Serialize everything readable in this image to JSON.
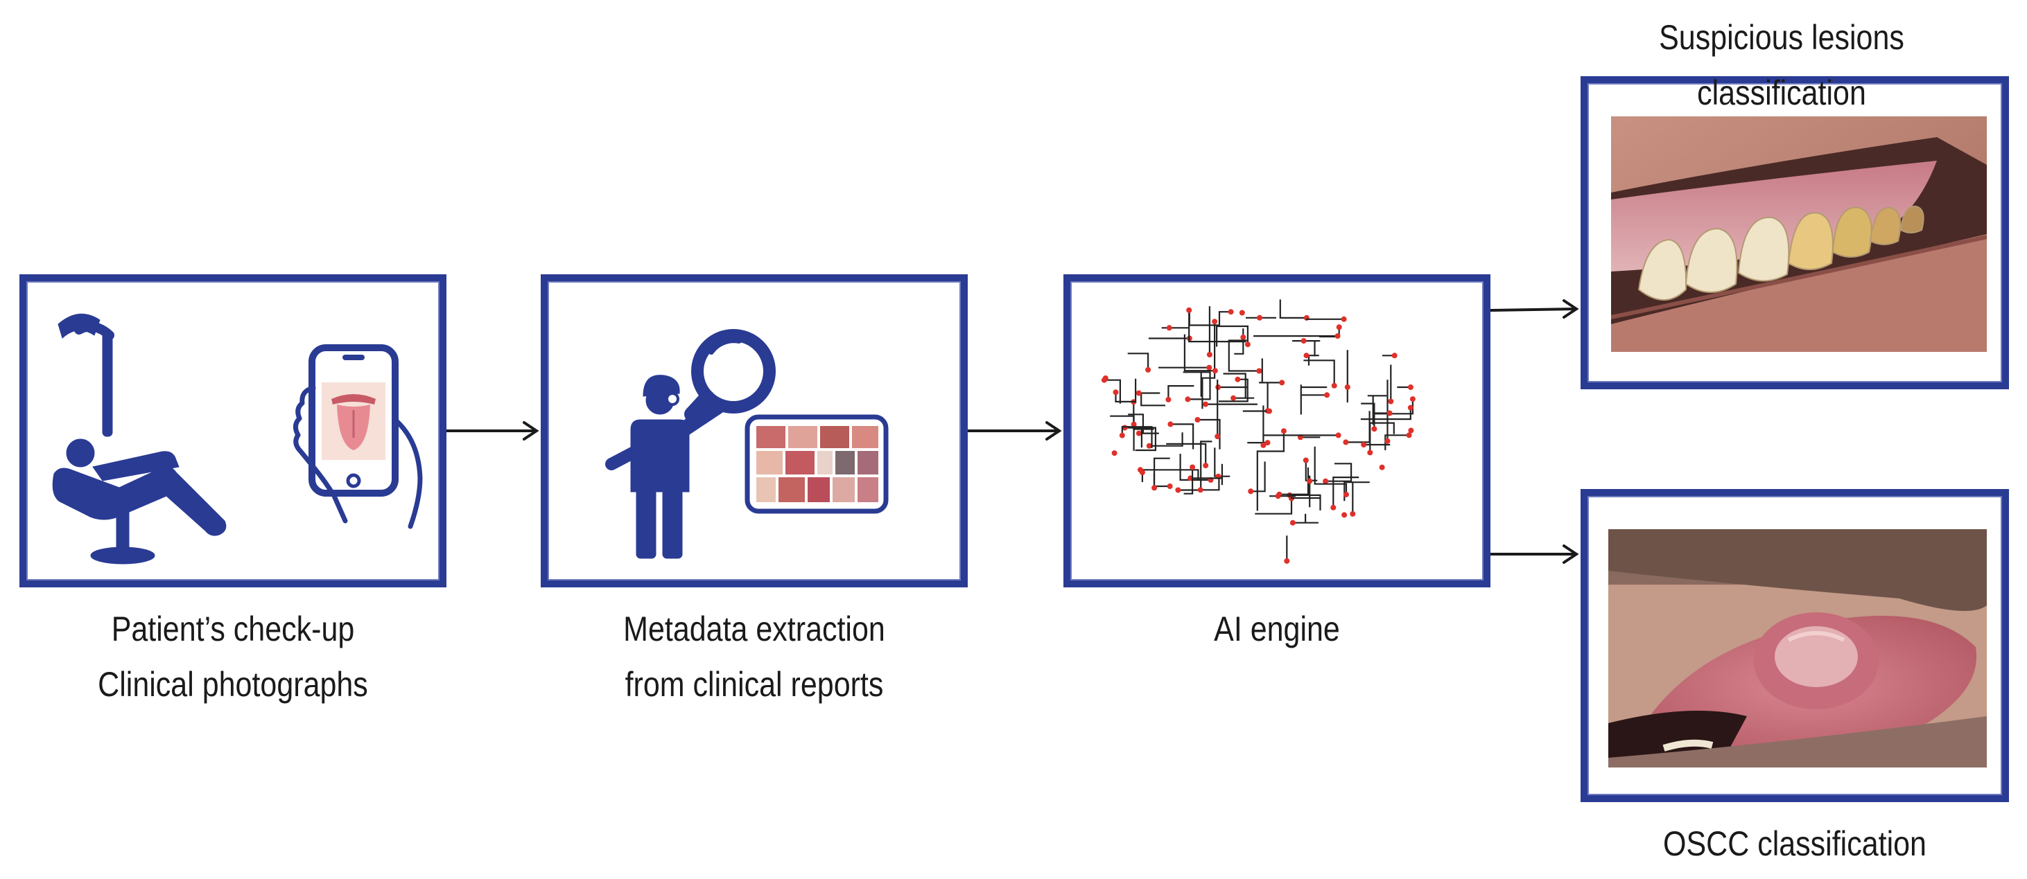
{
  "stages": [
    {
      "label_line1": "Patient’s check-up",
      "label_line2": "Clinical photographs"
    },
    {
      "label_line1": "Metadata extraction",
      "label_line2": "from clinical reports"
    },
    {
      "label_line1": "AI engine",
      "label_line2": ""
    }
  ],
  "outputs": [
    {
      "title": "Suspicious lesions classification"
    },
    {
      "title": "OSCC classification"
    }
  ],
  "colors": {
    "accent": "#2a3b94",
    "node": "#e0302a",
    "circuit": "#222222"
  }
}
